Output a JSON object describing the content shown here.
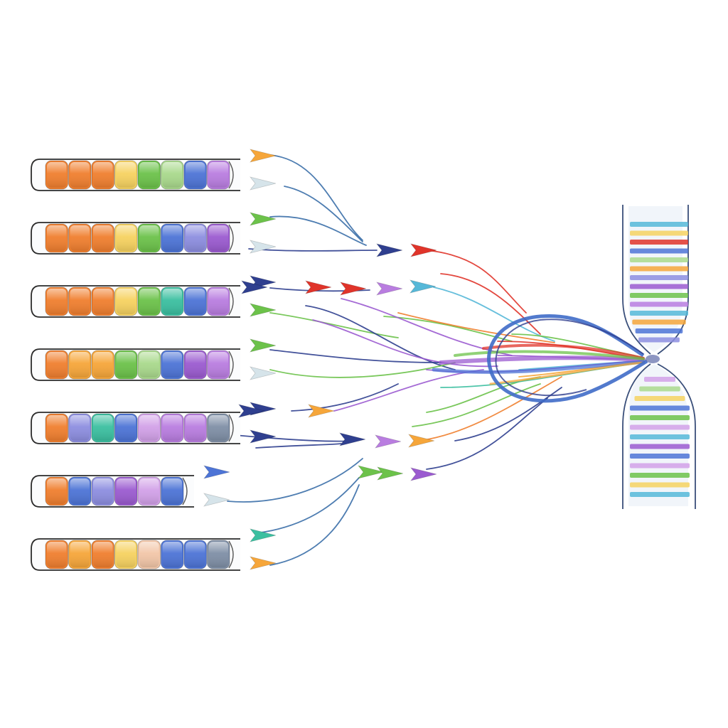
{
  "palette": {
    "orange": "#f07f2f",
    "amber": "#f6a63a",
    "yellow": "#f6d260",
    "lightgreen": "#a9d98c",
    "green": "#6cc24a",
    "teal": "#3bbfa0",
    "cyan": "#56b8d8",
    "blue": "#4d74d6",
    "periwinkle": "#8d8ee0",
    "purple": "#9b5bd0",
    "violet": "#b97de0",
    "lilac": "#d2a1e8",
    "peach": "#f2c6a8",
    "slate": "#7f8fa6",
    "red": "#e0342a",
    "navy": "#2f3f8f"
  },
  "tubes": [
    {
      "segments": [
        "orange",
        "orange",
        "orange",
        "yellow",
        "green",
        "lightgreen",
        "blue",
        "violet"
      ],
      "arrows": [
        "amber",
        "lightgray"
      ]
    },
    {
      "segments": [
        "orange",
        "orange",
        "orange",
        "yellow",
        "green",
        "blue",
        "periwinkle",
        "purple"
      ],
      "arrows": [
        "green",
        "lightgray"
      ]
    },
    {
      "segments": [
        "orange",
        "orange",
        "orange",
        "yellow",
        "green",
        "teal",
        "blue",
        "violet"
      ],
      "arrows": [
        "navy",
        "green"
      ]
    },
    {
      "segments": [
        "orange",
        "amber",
        "amber",
        "green",
        "lightgreen",
        "blue",
        "purple",
        "violet"
      ],
      "arrows": [
        "green",
        "lightgray"
      ]
    },
    {
      "segments": [
        "orange",
        "periwinkle",
        "teal",
        "blue",
        "lilac",
        "violet",
        "violet",
        "slate"
      ],
      "arrows": [
        "navy",
        "navy"
      ]
    },
    {
      "segments": [
        "orange",
        "blue",
        "periwinkle",
        "purple",
        "lilac",
        "blue"
      ],
      "arrows": [
        "blue",
        "lightgray"
      ]
    },
    {
      "segments": [
        "orange",
        "amber",
        "orange",
        "yellow",
        "peach",
        "blue",
        "blue",
        "slate"
      ],
      "arrows": [
        "teal",
        "amber"
      ]
    }
  ],
  "helix_bands": {
    "top": [
      "cyan",
      "yellow",
      "red",
      "blue",
      "lightgreen",
      "amber",
      "periwinkle",
      "purple",
      "green",
      "violet",
      "cyan",
      "amber",
      "blue",
      "periwinkle"
    ],
    "bottom": [
      "lilac",
      "lightgreen",
      "yellow",
      "blue",
      "green",
      "lilac",
      "cyan",
      "purple",
      "blue",
      "lilac",
      "green",
      "yellow",
      "cyan"
    ]
  }
}
